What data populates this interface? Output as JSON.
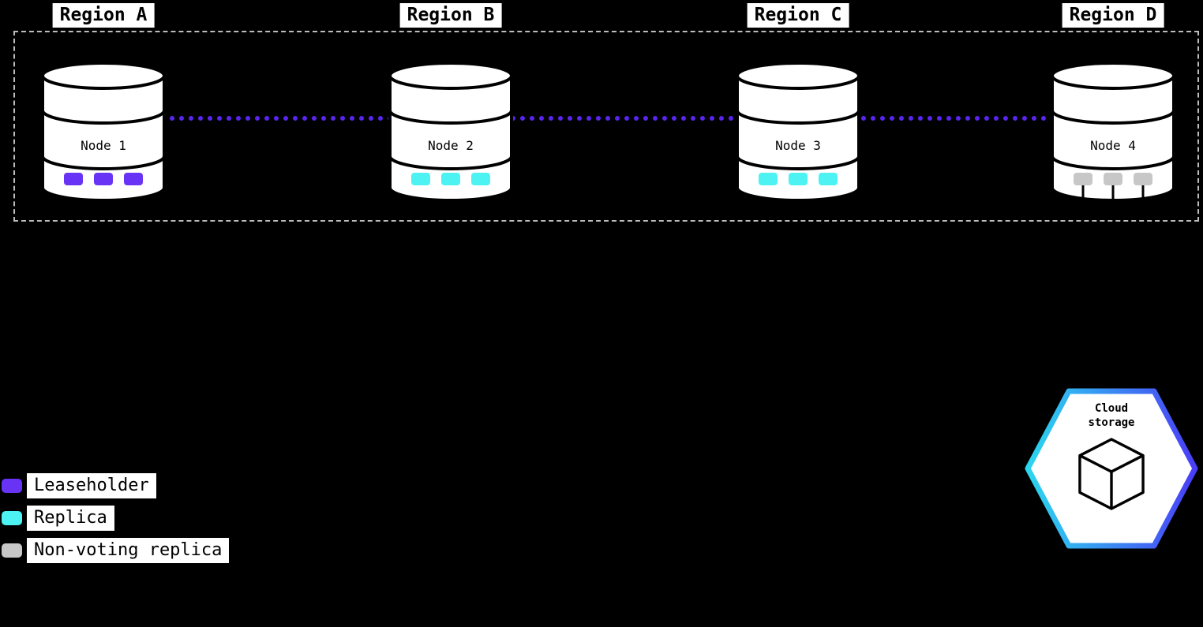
{
  "diagram": {
    "regions": [
      {
        "label": "Region A"
      },
      {
        "label": "Region B"
      },
      {
        "label": "Region C"
      },
      {
        "label": "Region D"
      }
    ],
    "nodes": [
      {
        "label": "Node 1",
        "replica_kind": "leaseholder",
        "replica_color": "#6933f5"
      },
      {
        "label": "Node 2",
        "replica_kind": "replica",
        "replica_color": "#4df3f3"
      },
      {
        "label": "Node 3",
        "replica_kind": "replica",
        "replica_color": "#4df3f3"
      },
      {
        "label": "Node 4",
        "replica_kind": "non-voting-replica",
        "replica_color": "#c7c7c7"
      }
    ],
    "connector": {
      "color": "#5b25f0"
    },
    "legend": {
      "items": [
        {
          "label": "Leaseholder",
          "color": "#6933f5"
        },
        {
          "label": "Replica",
          "color": "#4df3f3"
        },
        {
          "label": "Non-voting replica",
          "color": "#c7c7c7"
        }
      ]
    },
    "cloud_storage": {
      "label": "Cloud storage",
      "border_gradient_start": "#2bd7ee",
      "border_gradient_end": "#4a3ef7"
    },
    "colors": {
      "background": "#000000",
      "cluster_border": "#bdbdbd",
      "node_fill": "#ffffff",
      "node_stroke": "#000000",
      "label_bg": "#ffffff",
      "label_text": "#000000"
    }
  }
}
